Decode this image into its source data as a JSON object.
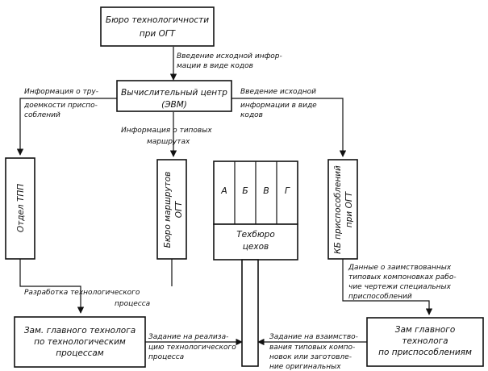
{
  "nodes": {
    "bureau_tech": [
      "Бюро технологичности",
      "при ОГТ"
    ],
    "computing_center": [
      "Вычислительный центр",
      "(ЭВМ)"
    ],
    "dept_tpp": "Отдел ТПП",
    "bureau_routes": [
      "Бюро маршрутов",
      "ОГТ"
    ],
    "kb_fixtures": [
      "КБ приспособлений",
      "при ОГТ"
    ],
    "workshop_sections": [
      "А",
      "Б",
      "В",
      "Г"
    ],
    "workshop_bureau": [
      "Техбюро",
      "цехов"
    ],
    "deputy_process": [
      "Зам. главного технолога",
      "по технологическим",
      "процессам"
    ],
    "deputy_fixtures": [
      "Зам главного",
      "технолога",
      "по приспособлениям"
    ]
  },
  "flows": {
    "initial_codes_top": [
      "Введение исходной инфор-",
      "мации в виде кодов"
    ],
    "labor_info": [
      "Информация о тру-",
      "доемкости приспо-",
      "соблений"
    ],
    "initial_codes_right": [
      "Введение исходной",
      "информации в виде",
      "кодов"
    ],
    "typical_routes": [
      "Информация о типовых",
      "маршрутах"
    ],
    "process_development": [
      "Разработка технологического",
      "процесса"
    ],
    "borrowed_layouts": [
      "Данные о заимствованных",
      "типовых компоновках рабо-",
      "чие чертежи специальных",
      "приспособлений"
    ],
    "process_task": [
      "Задание на реализа-",
      "цию технологического",
      "процесса"
    ],
    "borrow_task": [
      "Задание на взаимство-",
      "вания типовых компо-",
      "новок или заготовле-",
      "ние оригинальных"
    ]
  }
}
